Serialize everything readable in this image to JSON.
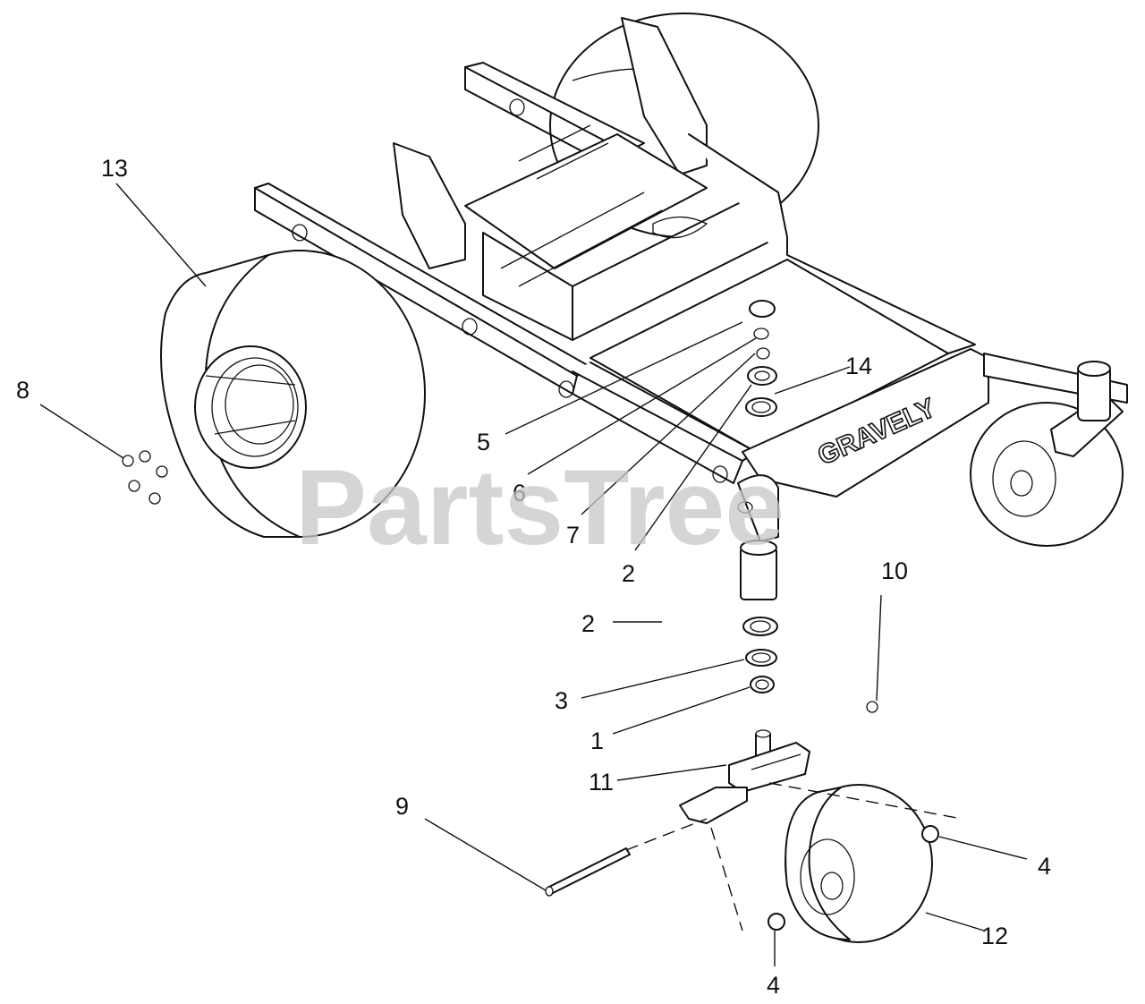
{
  "watermark": "PartsTree",
  "brand_logo": "GRAVELY",
  "callouts": [
    {
      "id": "c13",
      "label": "13"
    },
    {
      "id": "c8",
      "label": "8"
    },
    {
      "id": "c14",
      "label": "14"
    },
    {
      "id": "c5",
      "label": "5"
    },
    {
      "id": "c6",
      "label": "6"
    },
    {
      "id": "c7",
      "label": "7"
    },
    {
      "id": "c2a",
      "label": "2"
    },
    {
      "id": "c2b",
      "label": "2"
    },
    {
      "id": "c10",
      "label": "10"
    },
    {
      "id": "c3",
      "label": "3"
    },
    {
      "id": "c1",
      "label": "1"
    },
    {
      "id": "c11",
      "label": "11"
    },
    {
      "id": "c9",
      "label": "9"
    },
    {
      "id": "c4a",
      "label": "4"
    },
    {
      "id": "c12",
      "label": "12"
    },
    {
      "id": "c4b",
      "label": "4"
    }
  ]
}
